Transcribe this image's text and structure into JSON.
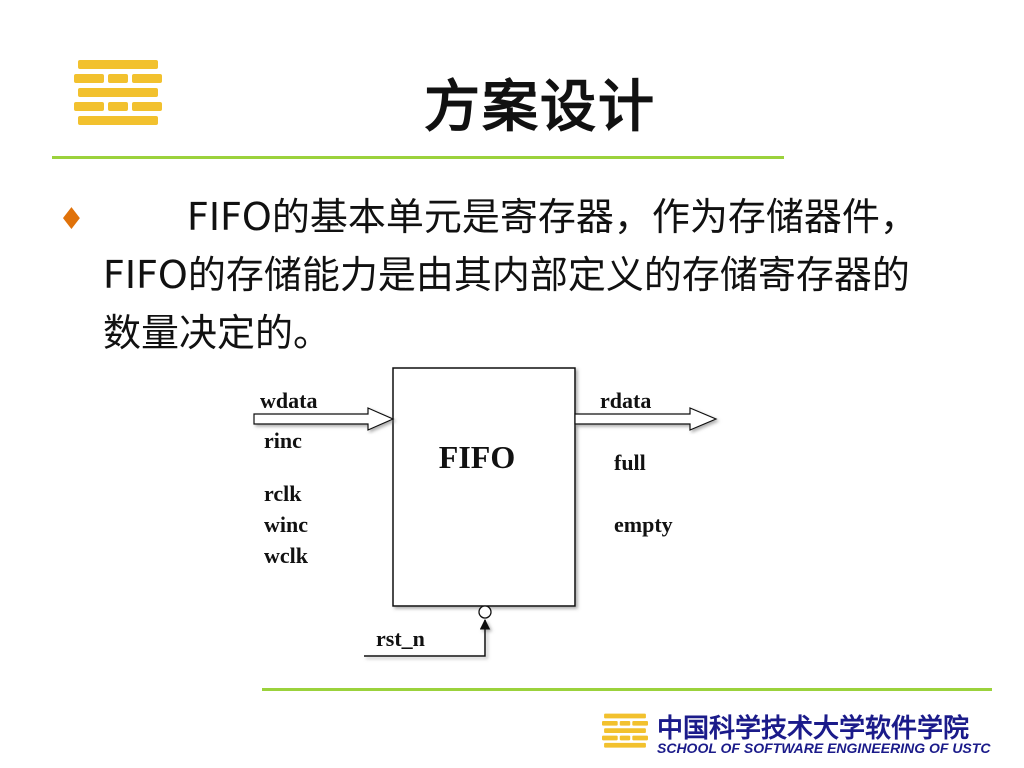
{
  "slide": {
    "title": "方案设计",
    "bullet_symbol": "♦",
    "body_text": "FIFO的基本单元是寄存器，作为存储器件，FIFO的存储能力是由其内部定义的存储寄存器的数量决定的。"
  },
  "diagram": {
    "block_label": "FIFO",
    "inputs": [
      "wdata",
      "rinc",
      "rclk",
      "winc",
      "wclk"
    ],
    "outputs": [
      "rdata",
      "full",
      "empty"
    ],
    "reset": "rst_n"
  },
  "footer": {
    "school_cn": "中国科学技术大学软件学院",
    "school_en": "SCHOOL OF SOFTWARE ENGINEERING OF USTC"
  },
  "colors": {
    "accent_green": "#9bd23c",
    "logo_yellow": "#f2c12e",
    "bullet_orange": "#e0720a",
    "footer_blue": "#1b1b8a"
  }
}
